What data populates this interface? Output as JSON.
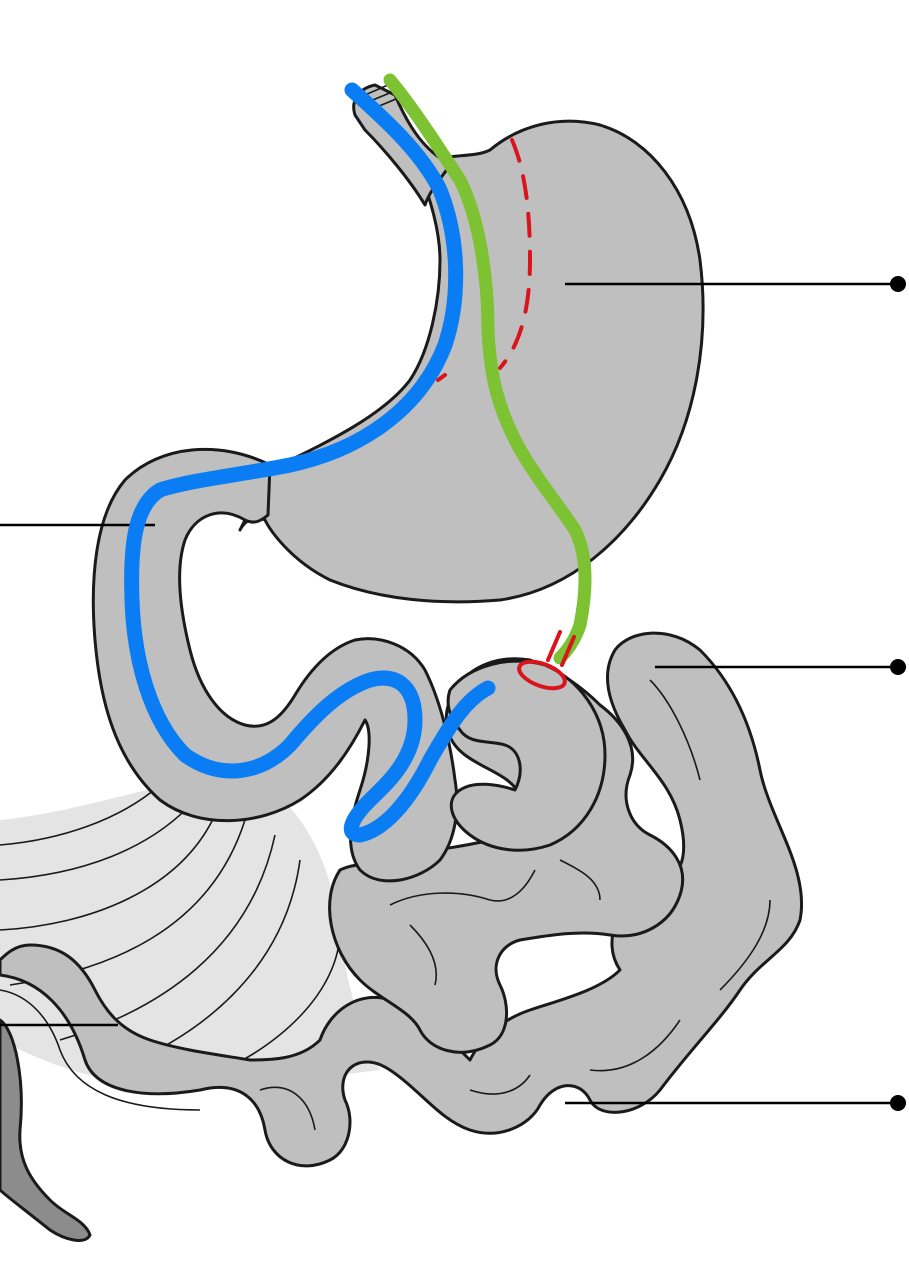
{
  "colors": {
    "background": "#ffffff",
    "organ_fill": "#bfbfbf",
    "mesentery_fill": "#e4e4e4",
    "dark_limb": "#8c8c8c",
    "outline": "#1a1a1a",
    "leader": "#000000",
    "blue_route": "#0a7df5",
    "green_route": "#7dc232",
    "red_marks": "#d9141c"
  },
  "annotations": {
    "left_leaders": 2,
    "right_leaders": 3,
    "blue_route": "roux-limb-route",
    "green_route": "gastrojejunal-route",
    "staple_line": "dashed-red",
    "anastomosis_clip": "red-anastomosis-icon"
  }
}
